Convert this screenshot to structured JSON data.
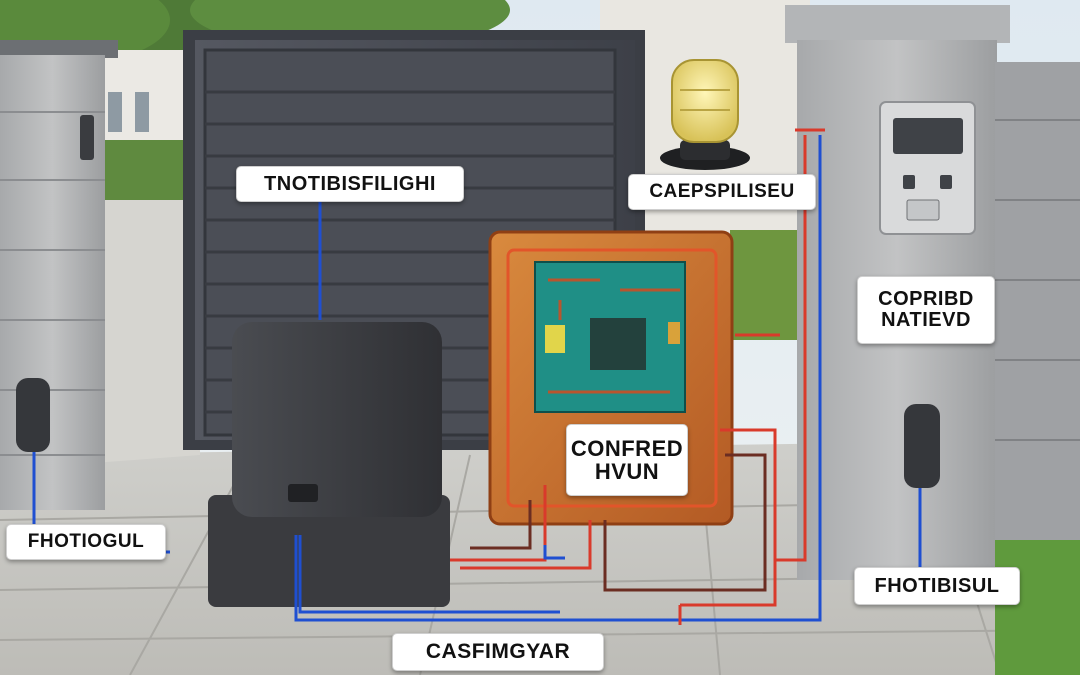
{
  "labels": {
    "top_left": "TNOTIBISFILIGHI",
    "beacon": "CAEPSPILISEU",
    "right_panel_line1": "COPRIBD",
    "right_panel_line2": "NATIEVD",
    "control_line1": "CONFRED",
    "control_line2": "HVUN",
    "left_sensor": "FHOTIOGUL",
    "right_sensor": "FHOTIBISUL",
    "bottom": "CASFIMGYAR"
  },
  "colors": {
    "wire_red": "#d93a2b",
    "wire_blue": "#1f4fd1",
    "wire_brown": "#6b2d22",
    "control_box": "#c46a2a",
    "gate": "#4a4d55",
    "motor": "#3d3f44"
  },
  "icons": [
    "beacon-lamp-icon",
    "keypad-icon",
    "photocell-sensor-icon",
    "gate-motor-icon",
    "control-board-icon"
  ]
}
